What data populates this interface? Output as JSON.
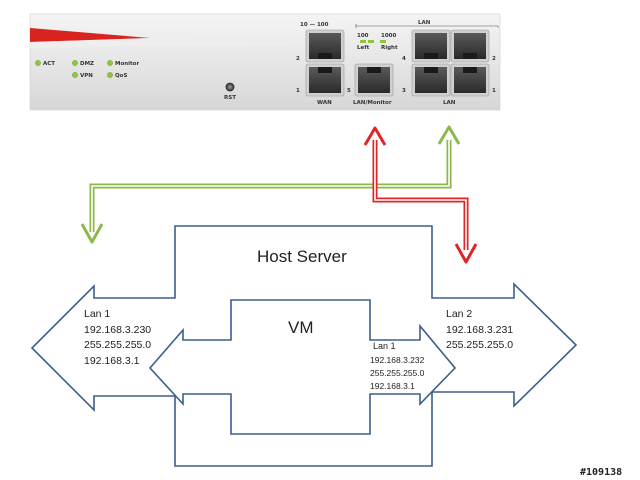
{
  "device": {
    "status_leds": [
      {
        "label": "ACT"
      },
      {
        "label": "DMZ"
      },
      {
        "label": "Monitor"
      },
      {
        "label": "VPN"
      },
      {
        "label": "QoS"
      }
    ],
    "reset_label": "RST",
    "speed_top_label": "10 — 100",
    "speed_lan_10": "100",
    "speed_lan_100": "1000",
    "speed_left": "Left",
    "speed_right": "Right",
    "lan_header": "LAN",
    "wan_label": "WAN",
    "lan_monitor_label": "LAN/Monitor",
    "lan_label": "LAN",
    "port_numbers": {
      "wan_top": "2",
      "wan_bottom": "1",
      "wan_5": "5",
      "lan_4": "4",
      "lan_3": "3",
      "lan_right_2": "2",
      "lan_right_1": "1"
    },
    "colors": {
      "brand_red": "#d9231f",
      "led_green": "#8cc63f"
    }
  },
  "connections": {
    "green_color": "#8cb84a",
    "red_color": "#e0252a"
  },
  "diagram": {
    "host_title": "Host Server",
    "vm_title": "VM",
    "lan1": {
      "title": "Lan 1",
      "ip": "192.168.3.230",
      "mask": "255.255.255.0",
      "gateway": "192.168.3.1"
    },
    "lan2": {
      "title": "Lan 2",
      "ip": "192.168.3.231",
      "mask": "255.255.255.0"
    },
    "vm_lan1": {
      "title": "Lan 1",
      "ip": "192.168.3.232",
      "mask": "255.255.255.0",
      "gateway": "192.168.3.1"
    },
    "outline_color": "#3b5f8c"
  },
  "watermark": "#109138"
}
